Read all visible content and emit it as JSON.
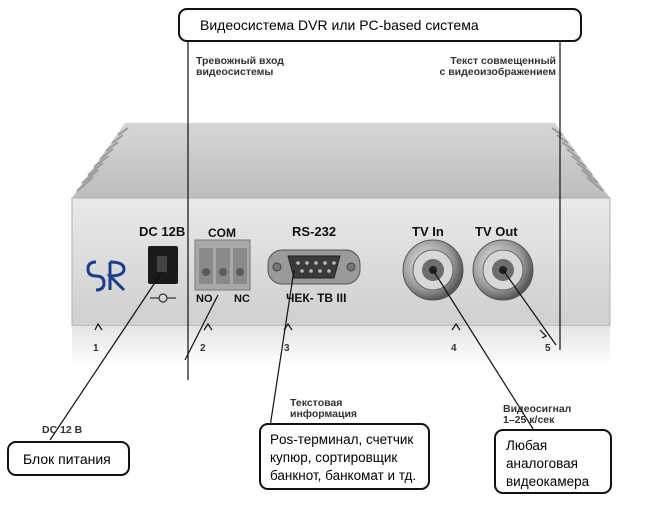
{
  "callouts": {
    "top": "Видеосистема DVR или PC-based система",
    "power": "Блок питания",
    "pos_line1": "Pos-терминал, счетчик",
    "pos_line2": "купюр, сортировщик",
    "pos_line3": "банкнот, банкомат и тд.",
    "camera_line1": "Любая",
    "camera_line2": "аналоговая",
    "camera_line3": "видеокамера"
  },
  "labels": {
    "alarm_line1": "Тревожный вход",
    "alarm_line2": "видеосистемы",
    "overlay_line1": "Текст совмещенный",
    "overlay_line2": "с видеоизображением",
    "dc_input": "DC 12 В",
    "text_info_line1": "Текстовая",
    "text_info_line2": "информация",
    "video_signal_line1": "Видеосигнал",
    "video_signal_line2": "1–25 к/сек"
  },
  "numbers": [
    "1",
    "2",
    "3",
    "4",
    "5"
  ],
  "device": {
    "logo": "SR",
    "dc_label": "DC 12B",
    "com_label": "COM",
    "no_label": "NO",
    "nc_label": "NC",
    "rs232_label": "RS-232",
    "model_label": "ЧЕК- ТВ III",
    "tv_in_label": "TV In",
    "tv_out_label": "TV Out"
  }
}
